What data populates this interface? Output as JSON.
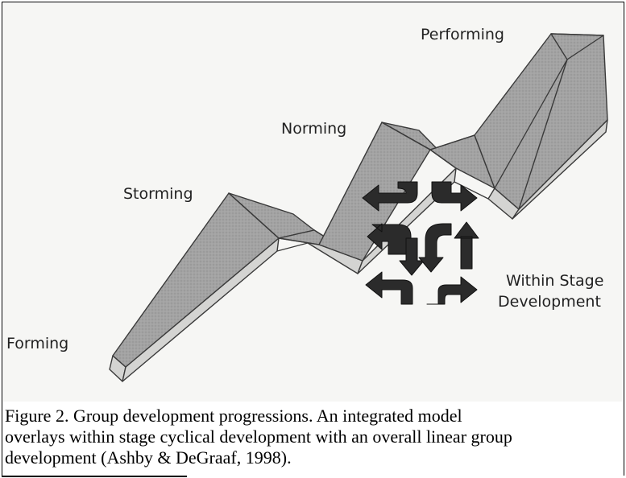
{
  "diagram": {
    "stages": {
      "forming": "Forming",
      "storming": "Storming",
      "norming": "Norming",
      "performing": "Performing"
    },
    "within_stage_line1": "Within Stage",
    "within_stage_line2": "Development",
    "colors": {
      "band_top": "#9c9c9c",
      "band_side": "#d2d2d0",
      "arrow": "#2b2b2b",
      "outline": "#3a3a3a"
    }
  },
  "caption": {
    "line1": "Figure 2. Group development progressions.  An integrated model",
    "line2": "overlays within stage cyclical development with an overall linear group",
    "line3": "development (Ashby & DeGraaf, 1998)."
  }
}
